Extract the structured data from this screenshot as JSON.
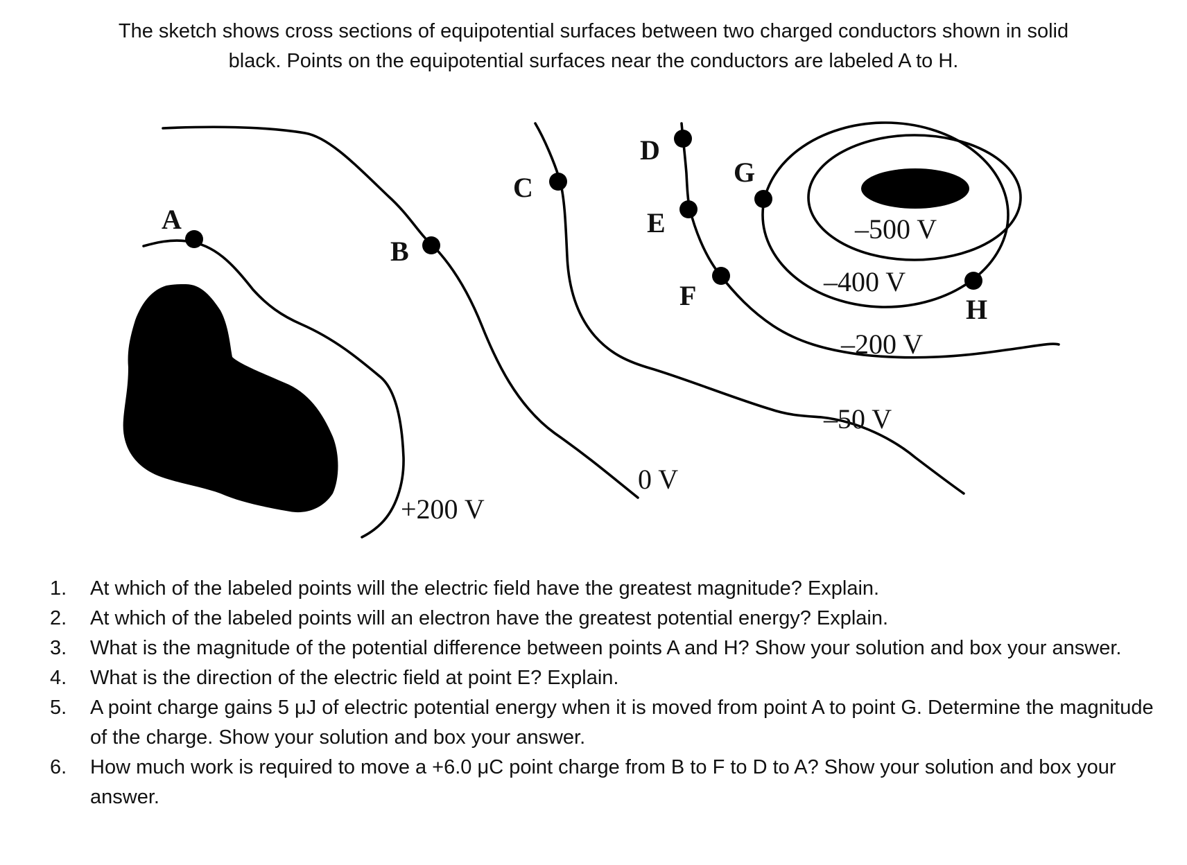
{
  "intro": {
    "line1": "The sketch shows cross sections of equipotential surfaces between two charged conductors shown in solid",
    "line2": "black.  Points on the equipotential surfaces near the conductors are labeled A to H."
  },
  "diagram": {
    "points": {
      "A": "A",
      "B": "B",
      "C": "C",
      "D": "D",
      "E": "E",
      "F": "F",
      "G": "G",
      "H": "H"
    },
    "potentials": {
      "plus200": "+200 V",
      "zero": "0 V",
      "minus50": "–50 V",
      "minus200": "–200 V",
      "minus400": "–400 V",
      "minus500": "–500 V"
    }
  },
  "questions": [
    {
      "num": "1.",
      "text": "At which of the labeled points will the electric field have the greatest magnitude? Explain."
    },
    {
      "num": "2.",
      "text": "At which of the labeled points will an electron have the greatest potential energy? Explain."
    },
    {
      "num": "3.",
      "text": "What is the magnitude of the potential difference between points A and H? Show your solution and box your answer."
    },
    {
      "num": "4.",
      "text": "What is the direction of the electric field at point E? Explain."
    },
    {
      "num": "5.",
      "text": "A point charge gains 5 μJ of electric potential energy when it is moved from point A to point G. Determine the magnitude of the charge. Show your solution and box your answer."
    },
    {
      "num": "6.",
      "text": "How much work is required to move a +6.0 μC point charge from B to F to D to A? Show your solution and box your answer."
    }
  ]
}
